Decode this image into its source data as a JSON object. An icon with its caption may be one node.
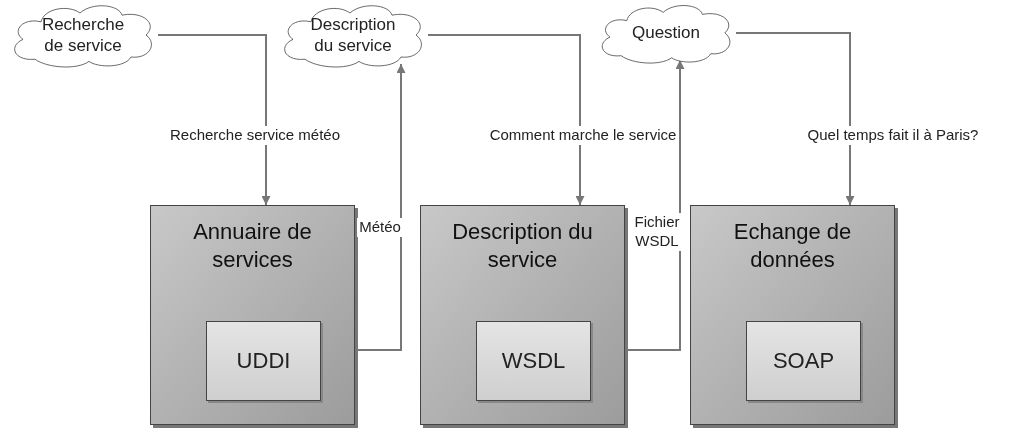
{
  "diagram": {
    "nodes": [
      {
        "text": [
          "Recherche de service"
        ]
      },
      {
        "text": [
          "Description du service"
        ]
      },
      {
        "text": [
          "Question"
        ]
      },
      {
        "text": [
          "Annuaire de services"
        ]
      },
      {
        "text": [
          "UDDI"
        ],
        "in": 3
      },
      {
        "text": [
          "Description du service"
        ]
      },
      {
        "text": [
          "WSDL"
        ],
        "in": 5
      },
      {
        "text": [
          "Echange de données"
        ]
      },
      {
        "text": [
          "SOAP"
        ],
        "in": 7
      }
    ],
    "edges": [
      {
        "from": 0,
        "to": 3,
        "arrow": "to",
        "label": "Recherche service météo"
      },
      {
        "from": 3,
        "to": 1,
        "arrow": "to",
        "label": "Météo"
      },
      {
        "from": 1,
        "to": 5,
        "arrow": "to",
        "label": "Comment marche le service"
      },
      {
        "from": 5,
        "to": 2,
        "arrow": "to",
        "label": "Fichier WSDL"
      },
      {
        "from": 2,
        "to": 7,
        "arrow": "to",
        "label": "Quel temps fait il à Paris?"
      }
    ]
  }
}
